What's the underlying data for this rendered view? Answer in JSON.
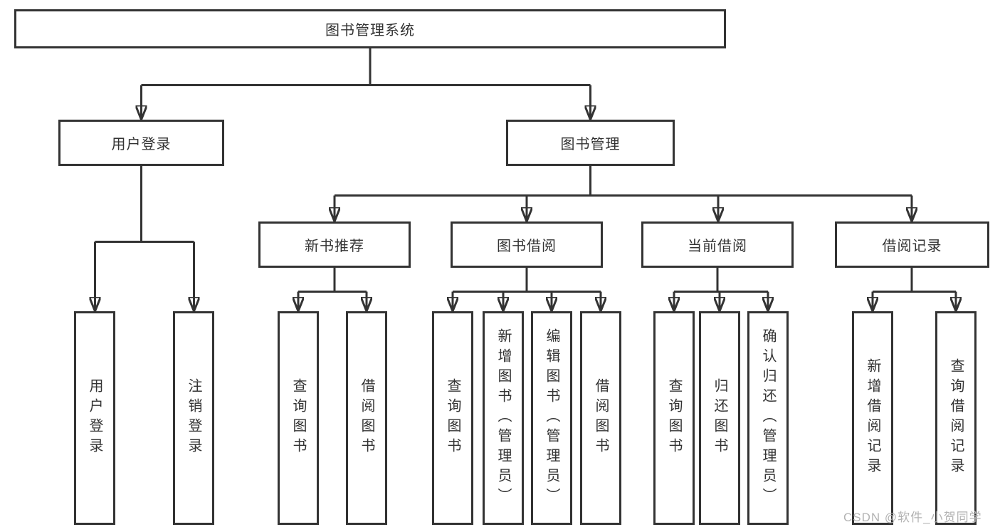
{
  "diagram": {
    "root": {
      "label": "图书管理系统"
    },
    "level2": [
      {
        "id": "user-login",
        "label": "用户登录"
      },
      {
        "id": "book-management",
        "label": "图书管理"
      }
    ],
    "level3": [
      {
        "id": "new-book-recommendation",
        "label": "新书推荐"
      },
      {
        "id": "book-borrowing",
        "label": "图书借阅"
      },
      {
        "id": "current-borrowing",
        "label": "当前借阅"
      },
      {
        "id": "borrowing-records",
        "label": "借阅记录"
      }
    ],
    "leaves": [
      {
        "group": "user-login",
        "label": "用户登录"
      },
      {
        "group": "user-login",
        "label": "注销登录"
      },
      {
        "group": "new-book-recommendation",
        "label": "查询图书"
      },
      {
        "group": "new-book-recommendation",
        "label": "借阅图书"
      },
      {
        "group": "book-borrowing",
        "label": "查询图书"
      },
      {
        "group": "book-borrowing",
        "label": "新增图书（管理员）"
      },
      {
        "group": "book-borrowing",
        "label": "编辑图书（管理员）"
      },
      {
        "group": "book-borrowing",
        "label": "借阅图书"
      },
      {
        "group": "current-borrowing",
        "label": "查询图书"
      },
      {
        "group": "current-borrowing",
        "label": "归还图书"
      },
      {
        "group": "current-borrowing",
        "label": "确认归还（管理员）"
      },
      {
        "group": "borrowing-records",
        "label": "新增借阅记录"
      },
      {
        "group": "borrowing-records",
        "label": "查询借阅记录"
      }
    ],
    "colors": {
      "line": "#333333",
      "text": "#333333",
      "box_background": "#ffffff"
    }
  },
  "watermark": {
    "text": "CSDN @软件_小贺同学",
    "color": "#b3b3b3"
  }
}
